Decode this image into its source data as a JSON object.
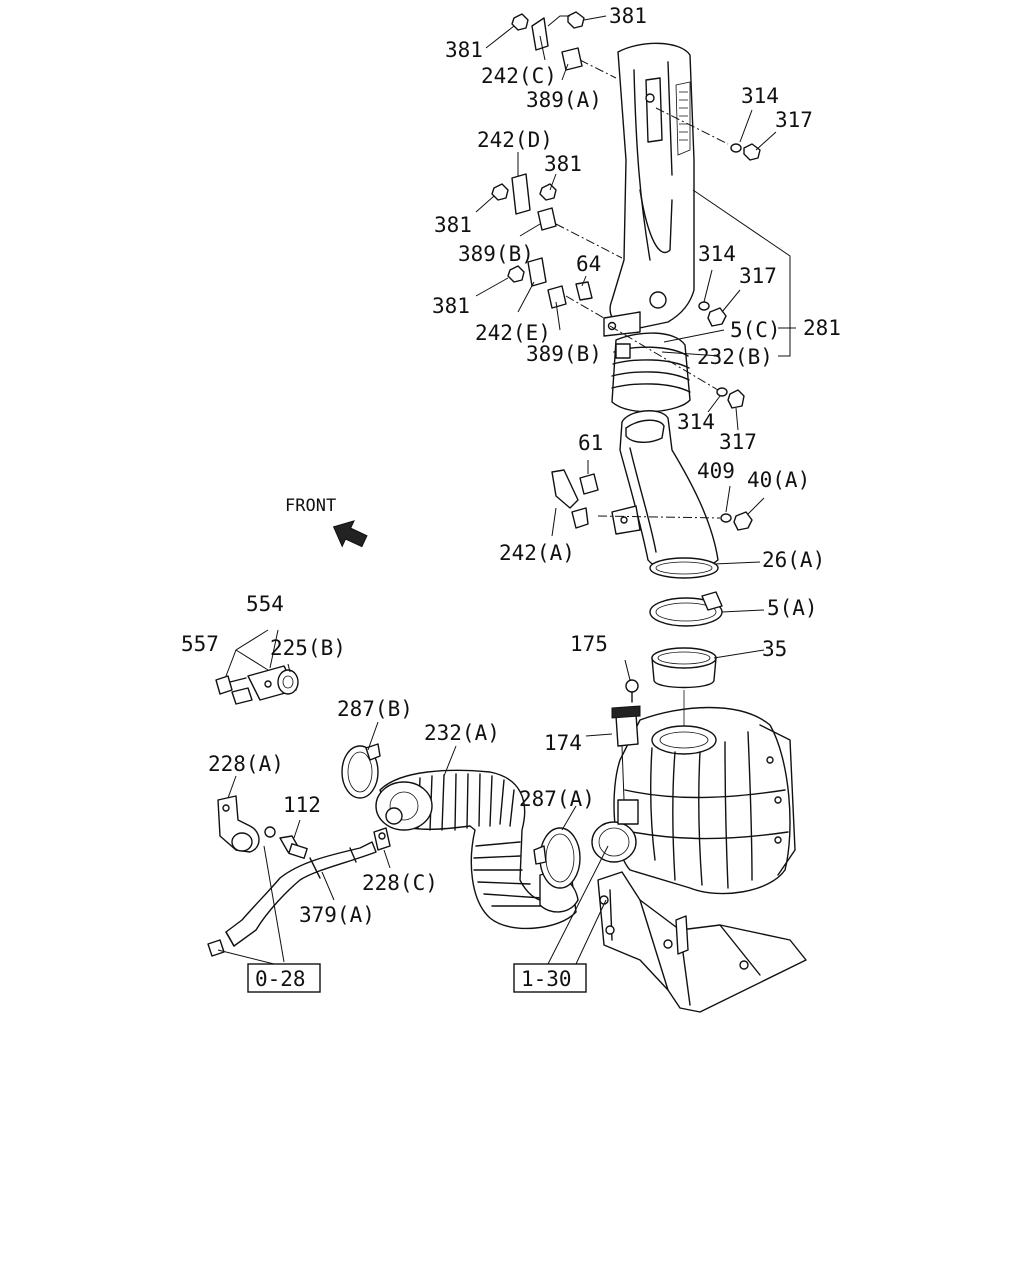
{
  "diagram": {
    "orientation_label": "FRONT",
    "arrow_icon": "front-arrow-icon",
    "callouts": [
      {
        "id": "c381a",
        "text": "381"
      },
      {
        "id": "c381b",
        "text": "381"
      },
      {
        "id": "c242c",
        "text": "242(C)"
      },
      {
        "id": "c389a",
        "text": "389(A)"
      },
      {
        "id": "c314a",
        "text": "314"
      },
      {
        "id": "c317a",
        "text": "317"
      },
      {
        "id": "c242d",
        "text": "242(D)"
      },
      {
        "id": "c381c",
        "text": "381"
      },
      {
        "id": "c381d",
        "text": "381"
      },
      {
        "id": "c389b1",
        "text": "389(B)"
      },
      {
        "id": "c64",
        "text": "64"
      },
      {
        "id": "c381e",
        "text": "381"
      },
      {
        "id": "c242e",
        "text": "242(E)"
      },
      {
        "id": "c389b2",
        "text": "389(B)"
      },
      {
        "id": "c314b",
        "text": "314"
      },
      {
        "id": "c317b",
        "text": "317"
      },
      {
        "id": "c5c",
        "text": "5(C)"
      },
      {
        "id": "c281",
        "text": "281"
      },
      {
        "id": "c232b",
        "text": "232(B)"
      },
      {
        "id": "c314c",
        "text": "314"
      },
      {
        "id": "c317c",
        "text": "317"
      },
      {
        "id": "c61",
        "text": "61"
      },
      {
        "id": "c409",
        "text": "409"
      },
      {
        "id": "c40a",
        "text": "40(A)"
      },
      {
        "id": "c242a",
        "text": "242(A)"
      },
      {
        "id": "c26a",
        "text": "26(A)"
      },
      {
        "id": "c5a",
        "text": "5(A)"
      },
      {
        "id": "c554",
        "text": "554"
      },
      {
        "id": "c557",
        "text": "557"
      },
      {
        "id": "c225b",
        "text": "225(B)"
      },
      {
        "id": "c175",
        "text": "175"
      },
      {
        "id": "c35",
        "text": "35"
      },
      {
        "id": "c287b",
        "text": "287(B)"
      },
      {
        "id": "c232a",
        "text": "232(A)"
      },
      {
        "id": "c174",
        "text": "174"
      },
      {
        "id": "c228a",
        "text": "228(A)"
      },
      {
        "id": "c112",
        "text": "112"
      },
      {
        "id": "c287a",
        "text": "287(A)"
      },
      {
        "id": "c228c",
        "text": "228(C)"
      },
      {
        "id": "c379a",
        "text": "379(A)"
      }
    ],
    "references": [
      {
        "id": "r028",
        "text": "0-28"
      },
      {
        "id": "r130",
        "text": "1-30"
      }
    ]
  }
}
